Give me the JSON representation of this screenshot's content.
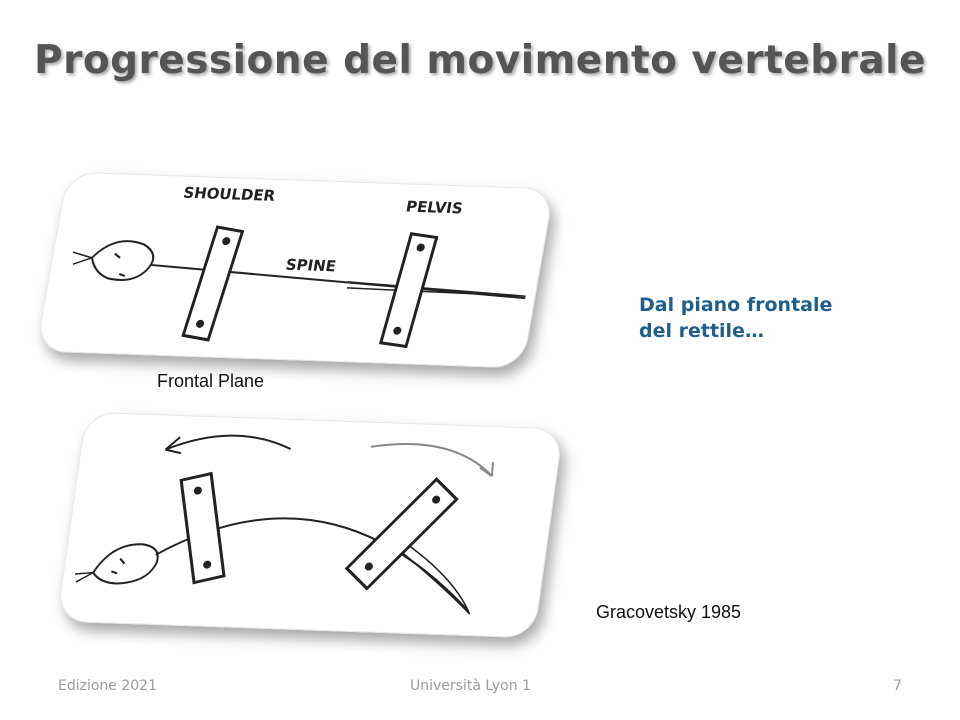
{
  "title": "Progressione del movimento vertebrale",
  "figure_top": {
    "labels": {
      "shoulder": "SHOULDER",
      "pelvis": "PELVIS",
      "spine": "SPINE"
    },
    "caption": "Frontal Plane"
  },
  "figure_bottom": {
    "caption": "Gracovetsky 1985"
  },
  "side_text": {
    "line1": "Dal piano frontale",
    "line2": "del rettile…"
  },
  "footer": {
    "left": "Edizione 2021",
    "center": "Università  Lyon 1",
    "page_number": "7"
  },
  "colors": {
    "title": "#555555",
    "side_text": "#1f5f8b",
    "footer": "#9a9a9a",
    "arrow_gray": "#888888"
  }
}
